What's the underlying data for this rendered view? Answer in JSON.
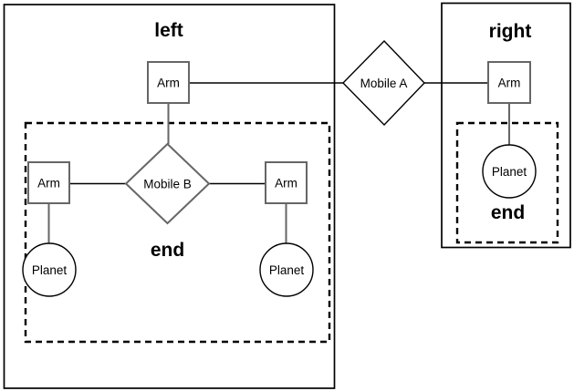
{
  "diagram": {
    "left_group": {
      "title": "left",
      "arm_top": {
        "label": "Arm"
      },
      "end_group": {
        "title": "end",
        "arm_left": {
          "label": "Arm"
        },
        "mobile_b": {
          "label": "Mobile B"
        },
        "arm_right": {
          "label": "Arm"
        },
        "planet_left": {
          "label": "Planet"
        },
        "planet_right": {
          "label": "Planet"
        }
      }
    },
    "mobile_a": {
      "label": "Mobile A"
    },
    "right_group": {
      "title": "right",
      "arm": {
        "label": "Arm"
      },
      "end_group": {
        "title": "end",
        "planet": {
          "label": "Planet"
        }
      }
    },
    "colors": {
      "outline": "#000000",
      "shape_border": "#666666",
      "vertical_connector": "#666666",
      "horizontal_connector": "#000000",
      "background": "#ffffff"
    }
  }
}
